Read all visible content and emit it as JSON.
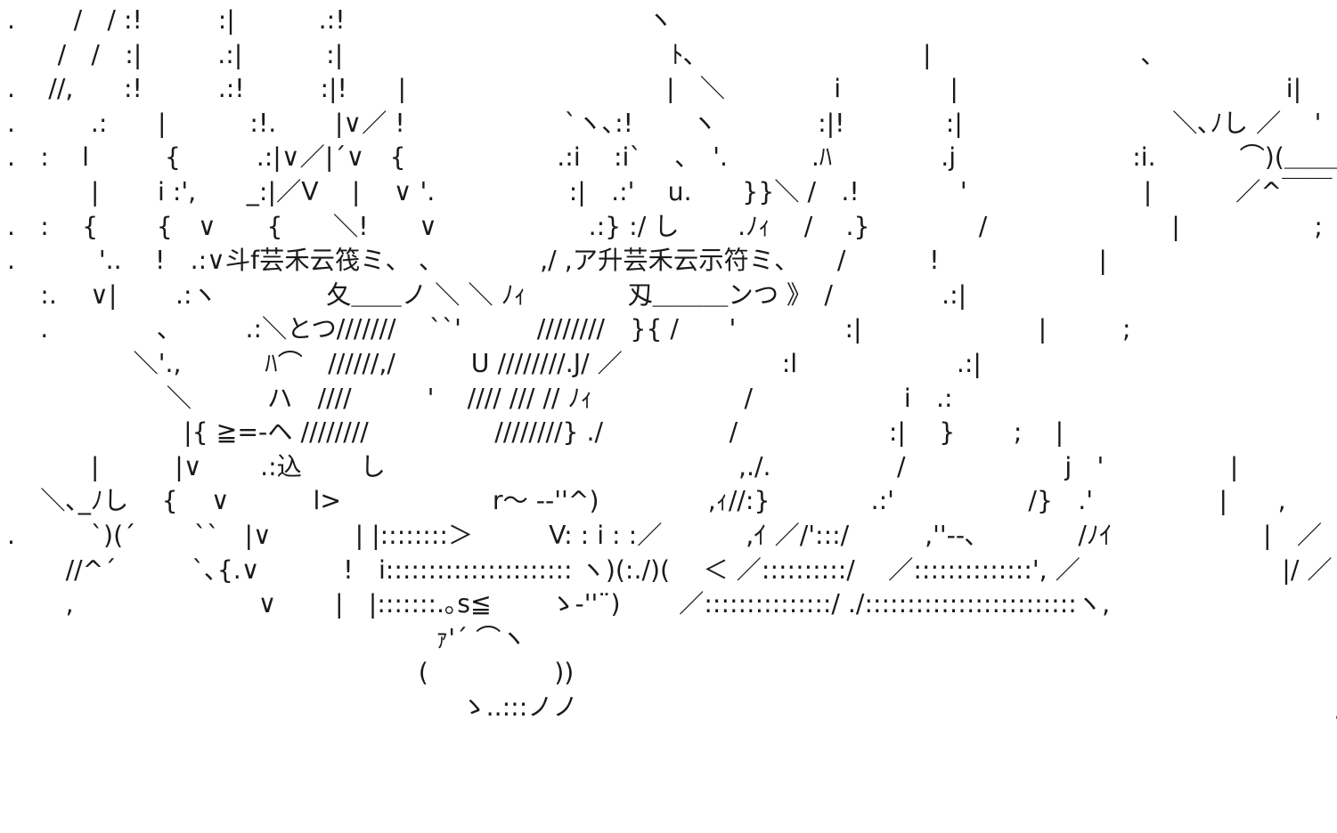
{
  "art": {
    "lines": [
      ".　　 /　/ :!　　　:|　　　 .:!　　　　　　　　　　　　ヽ",
      "　　/　/　:|　　　.:|　　　 :|　　　　　　　　　　　　　ﾄ､　　　　　　　　　|　　　　　　　　 ､",
      ".　 //,　　:!　　　.:!　　　:|!　　|　　　　　　　　　　 |　＼　　　　 i　　　　 |　　　　　　　　　　　　　i|",
      ".　　　.:　　|　　　 :!.　　 |∨／ !　　　　　　 `ヽ､:!　　 ヽ　　　　:|!　　　　:|　　　　　　　　 ＼､ﾉし ／　 '",
      ".　:　 l　　　{　　　.:|∨／|´∨　{　　　　　　.:i　 :i`　 ､　'.　　　 .ﾊ　　　　 .j　　　　　　　:i.　　　 ⌒)(＿＿＿",
      "　　　 |　　 i :',　　_:|／V　 |　 ∨ '.　　　　　 :|　.:'　 u.　　}}＼ /　.!　　　　'　　　　　　　|　　　 ／^￣￣",
      ".　:　 {　　 {　∨　　{　　＼!　　∨　　　　　　.:} :/ し　　 .ﾉｨ　 /　 .}　　　　 /　　　　　　　 |　　　　　 ;",
      ".　　　 '..　 !　.:∨斗f芸禾云筏ミ、 、　　　　 ,/ ,ア升芸禾云示符ミ、　　/　　　 !　　　　　　 |",
      "　 :.　 ∨|　　 .:ヽ　　　　 夂＿＿ノ ＼ ＼ ﾉｨ　　　　刄＿＿＿ンつ 》　/　　　　 .:|",
      "　 .　　　　 ､　　　.:＼とつ///////　 ``'　　　////////　}{ /　　'　　　　 :|　　　　　　　|　　　;",
      "　　　　　＼'.,　　　 ﾊ⌒　//////,/　　　U ////////.J/ ／　　　　　　 :l　　　　　　 .:|",
      "　　　　　　 ＼　　　ハ　////　　　'　 //// /// // ﾉｨ　　　　　　/　　　　　　i　.:",
      "　　　　　　　|{ ≧=-ヘ ////////　　　　　////////} ./　　　　　/　　　　　　:|　 }　　 ;　 |",
      "　　　 |　　　|∨　　 .:込　　 し　　　　　　　　　　　　　　,./.　　　　　/　　　　　　 j　'　　　　　|",
      "　 ＼､_ﾉし　 {　 ∨　　　 l>　　　　　　r～ --''^)　　　　 ,ｨ//:}　　　　.:'　　　　　 /}　.'　　　　　|　　,　　　 ,' '",
      ".　　　`)(´　　 ``　|∨　　　 | |::::::::＞　　　V: : i : :／　　　 ,ｲ ／/':::/　　　,''--､　　　　/ﾉｲ　　　　　　|　／",
      "　　 //^´　　　`､{.∨　　　 !　i:::::::::::::::::::::: ヽ)(:./)(　 ＜ ／::::::::::/　 ／::::::::::::::', ／　　　　　　　　|/ ／ ;..",
      "　　 ,　　　　　　　 ∨　　 |　|:::::::.｡s≦　　 ゝ-''¨)　　 ／:::::::::::::::/ ./:::::::::::::::::::::::::ヽ,　　　　　　　　　 ､_ﾉ(＿＿＿",
      "　　　　　　　　　　　　　　　　　ｧ'´ ⌒ヽ　　　　　　　　　　　　　　　　　　　　　　　　　　　　　　　　 /Y^＼",
      "　　　　　　　　　　　　　　　　 (　　　　　))　　　　　　　　　　　　　　　　　　　　　　　　　　　　　　　/　|　 ヽ",
      "　　　　　　　　　　　　　　　　　　ゝ..:::ノノ　　　　　　　　　　　　　　　　　　　　　　　　　　　　　　,　 |　　　　､",
      "　　　　　　　　　　　　　　　　　　　　　　　　　　　　　　　　　　　　　　　　　　　　　　　　　　　　　　　　 !"
    ]
  }
}
